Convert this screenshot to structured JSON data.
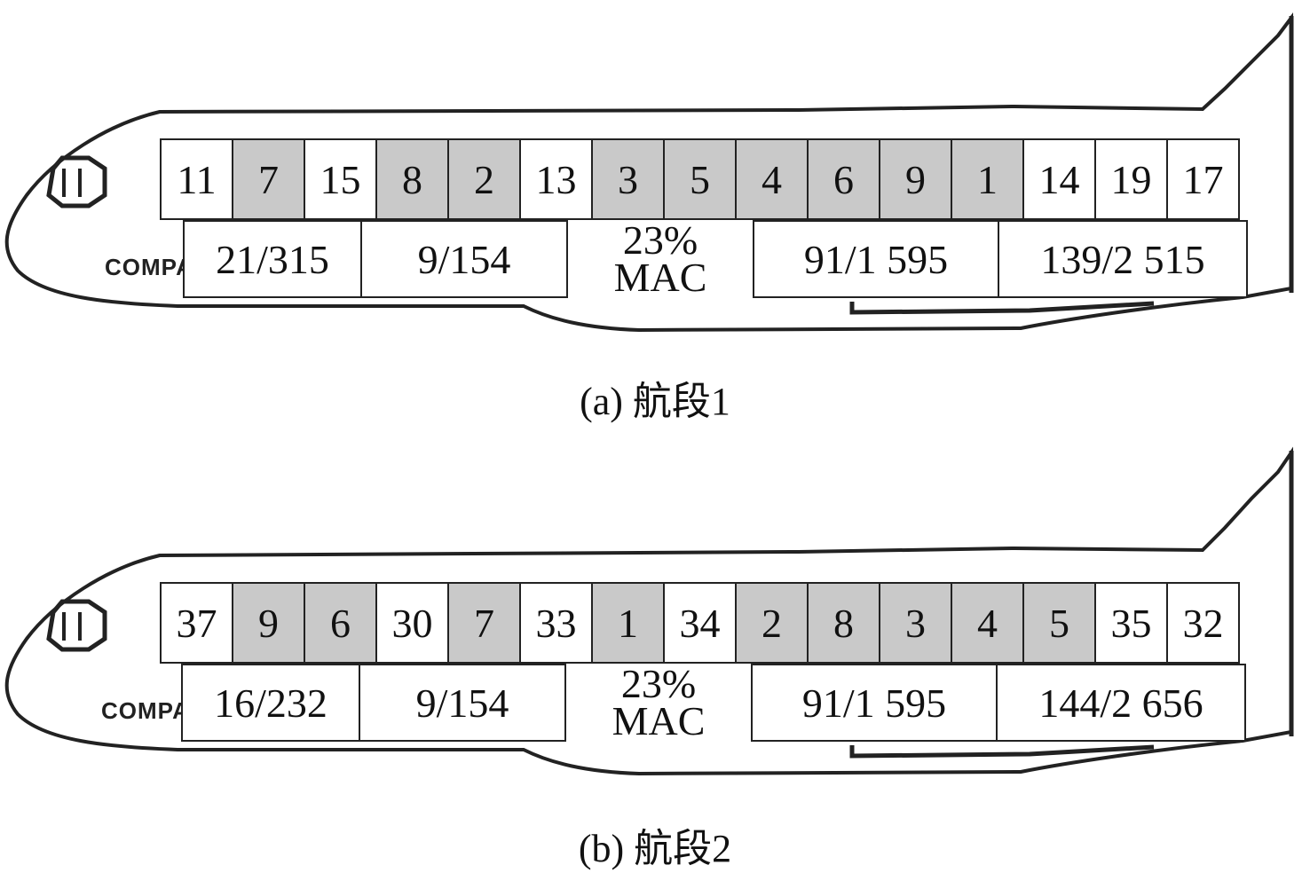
{
  "panels": [
    {
      "id": "a",
      "caption": "(a) 航段1",
      "positions": [
        {
          "label": "11",
          "filled": false
        },
        {
          "label": "7",
          "filled": true
        },
        {
          "label": "15",
          "filled": false
        },
        {
          "label": "8",
          "filled": true
        },
        {
          "label": "2",
          "filled": true
        },
        {
          "label": "13",
          "filled": false
        },
        {
          "label": "3",
          "filled": true
        },
        {
          "label": "5",
          "filled": true
        },
        {
          "label": "4",
          "filled": true
        },
        {
          "label": "6",
          "filled": true
        },
        {
          "label": "9",
          "filled": true
        },
        {
          "label": "1",
          "filled": true
        },
        {
          "label": "14",
          "filled": false
        },
        {
          "label": "19",
          "filled": false
        },
        {
          "label": "17",
          "filled": false
        }
      ],
      "holds": [
        "21/315",
        "9/154",
        "91/1 595",
        "139/2 515"
      ],
      "mac": {
        "value": "23%",
        "label": "MAC"
      }
    },
    {
      "id": "b",
      "caption": "(b) 航段2",
      "positions": [
        {
          "label": "37",
          "filled": false
        },
        {
          "label": "9",
          "filled": true
        },
        {
          "label": "6",
          "filled": true
        },
        {
          "label": "30",
          "filled": false
        },
        {
          "label": "7",
          "filled": true
        },
        {
          "label": "33",
          "filled": false
        },
        {
          "label": "1",
          "filled": true
        },
        {
          "label": "34",
          "filled": false
        },
        {
          "label": "2",
          "filled": true
        },
        {
          "label": "8",
          "filled": true
        },
        {
          "label": "3",
          "filled": true
        },
        {
          "label": "4",
          "filled": true
        },
        {
          "label": "5",
          "filled": true
        },
        {
          "label": "35",
          "filled": false
        },
        {
          "label": "32",
          "filled": false
        }
      ],
      "holds": [
        "16/232",
        "9/154",
        "91/1 595",
        "144/2 656"
      ],
      "mac": {
        "value": "23%",
        "label": "MAC"
      }
    }
  ],
  "logo_text": "COMPA",
  "colors": {
    "filled_position": "#c9c9c9",
    "outline": "#222222"
  }
}
